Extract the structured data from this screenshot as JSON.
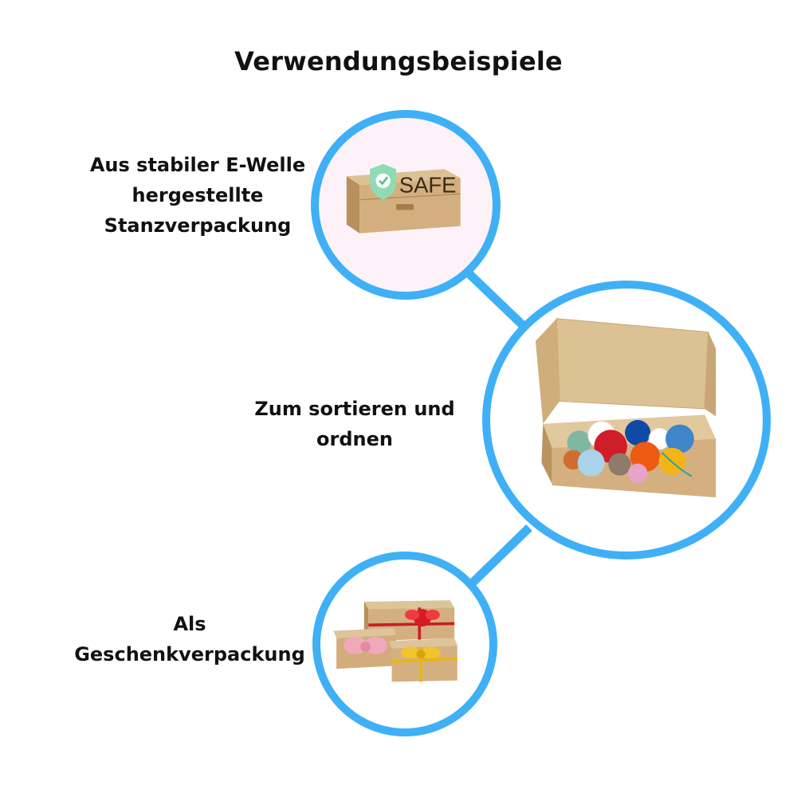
{
  "page": {
    "title": "Verwendungsbeispiele"
  },
  "examples": [
    {
      "lines": [
        "Aus stabiler E-Welle",
        "hergestellte",
        "Stanzverpackung"
      ],
      "image": {
        "icon": "shield-check-icon",
        "box_text": "SAFE"
      }
    },
    {
      "lines": [
        "Zum sortieren und",
        "ordnen"
      ],
      "image": {
        "icon": "yarn-balls-icon"
      }
    },
    {
      "lines": [
        "Als",
        "Geschenkverpackung"
      ],
      "image": {
        "icon": "gift-bow-icon"
      }
    }
  ],
  "colors": {
    "accent": "#3fb0f5",
    "cardboard": "#d2ae7c",
    "shield": "#8fdbb4"
  }
}
